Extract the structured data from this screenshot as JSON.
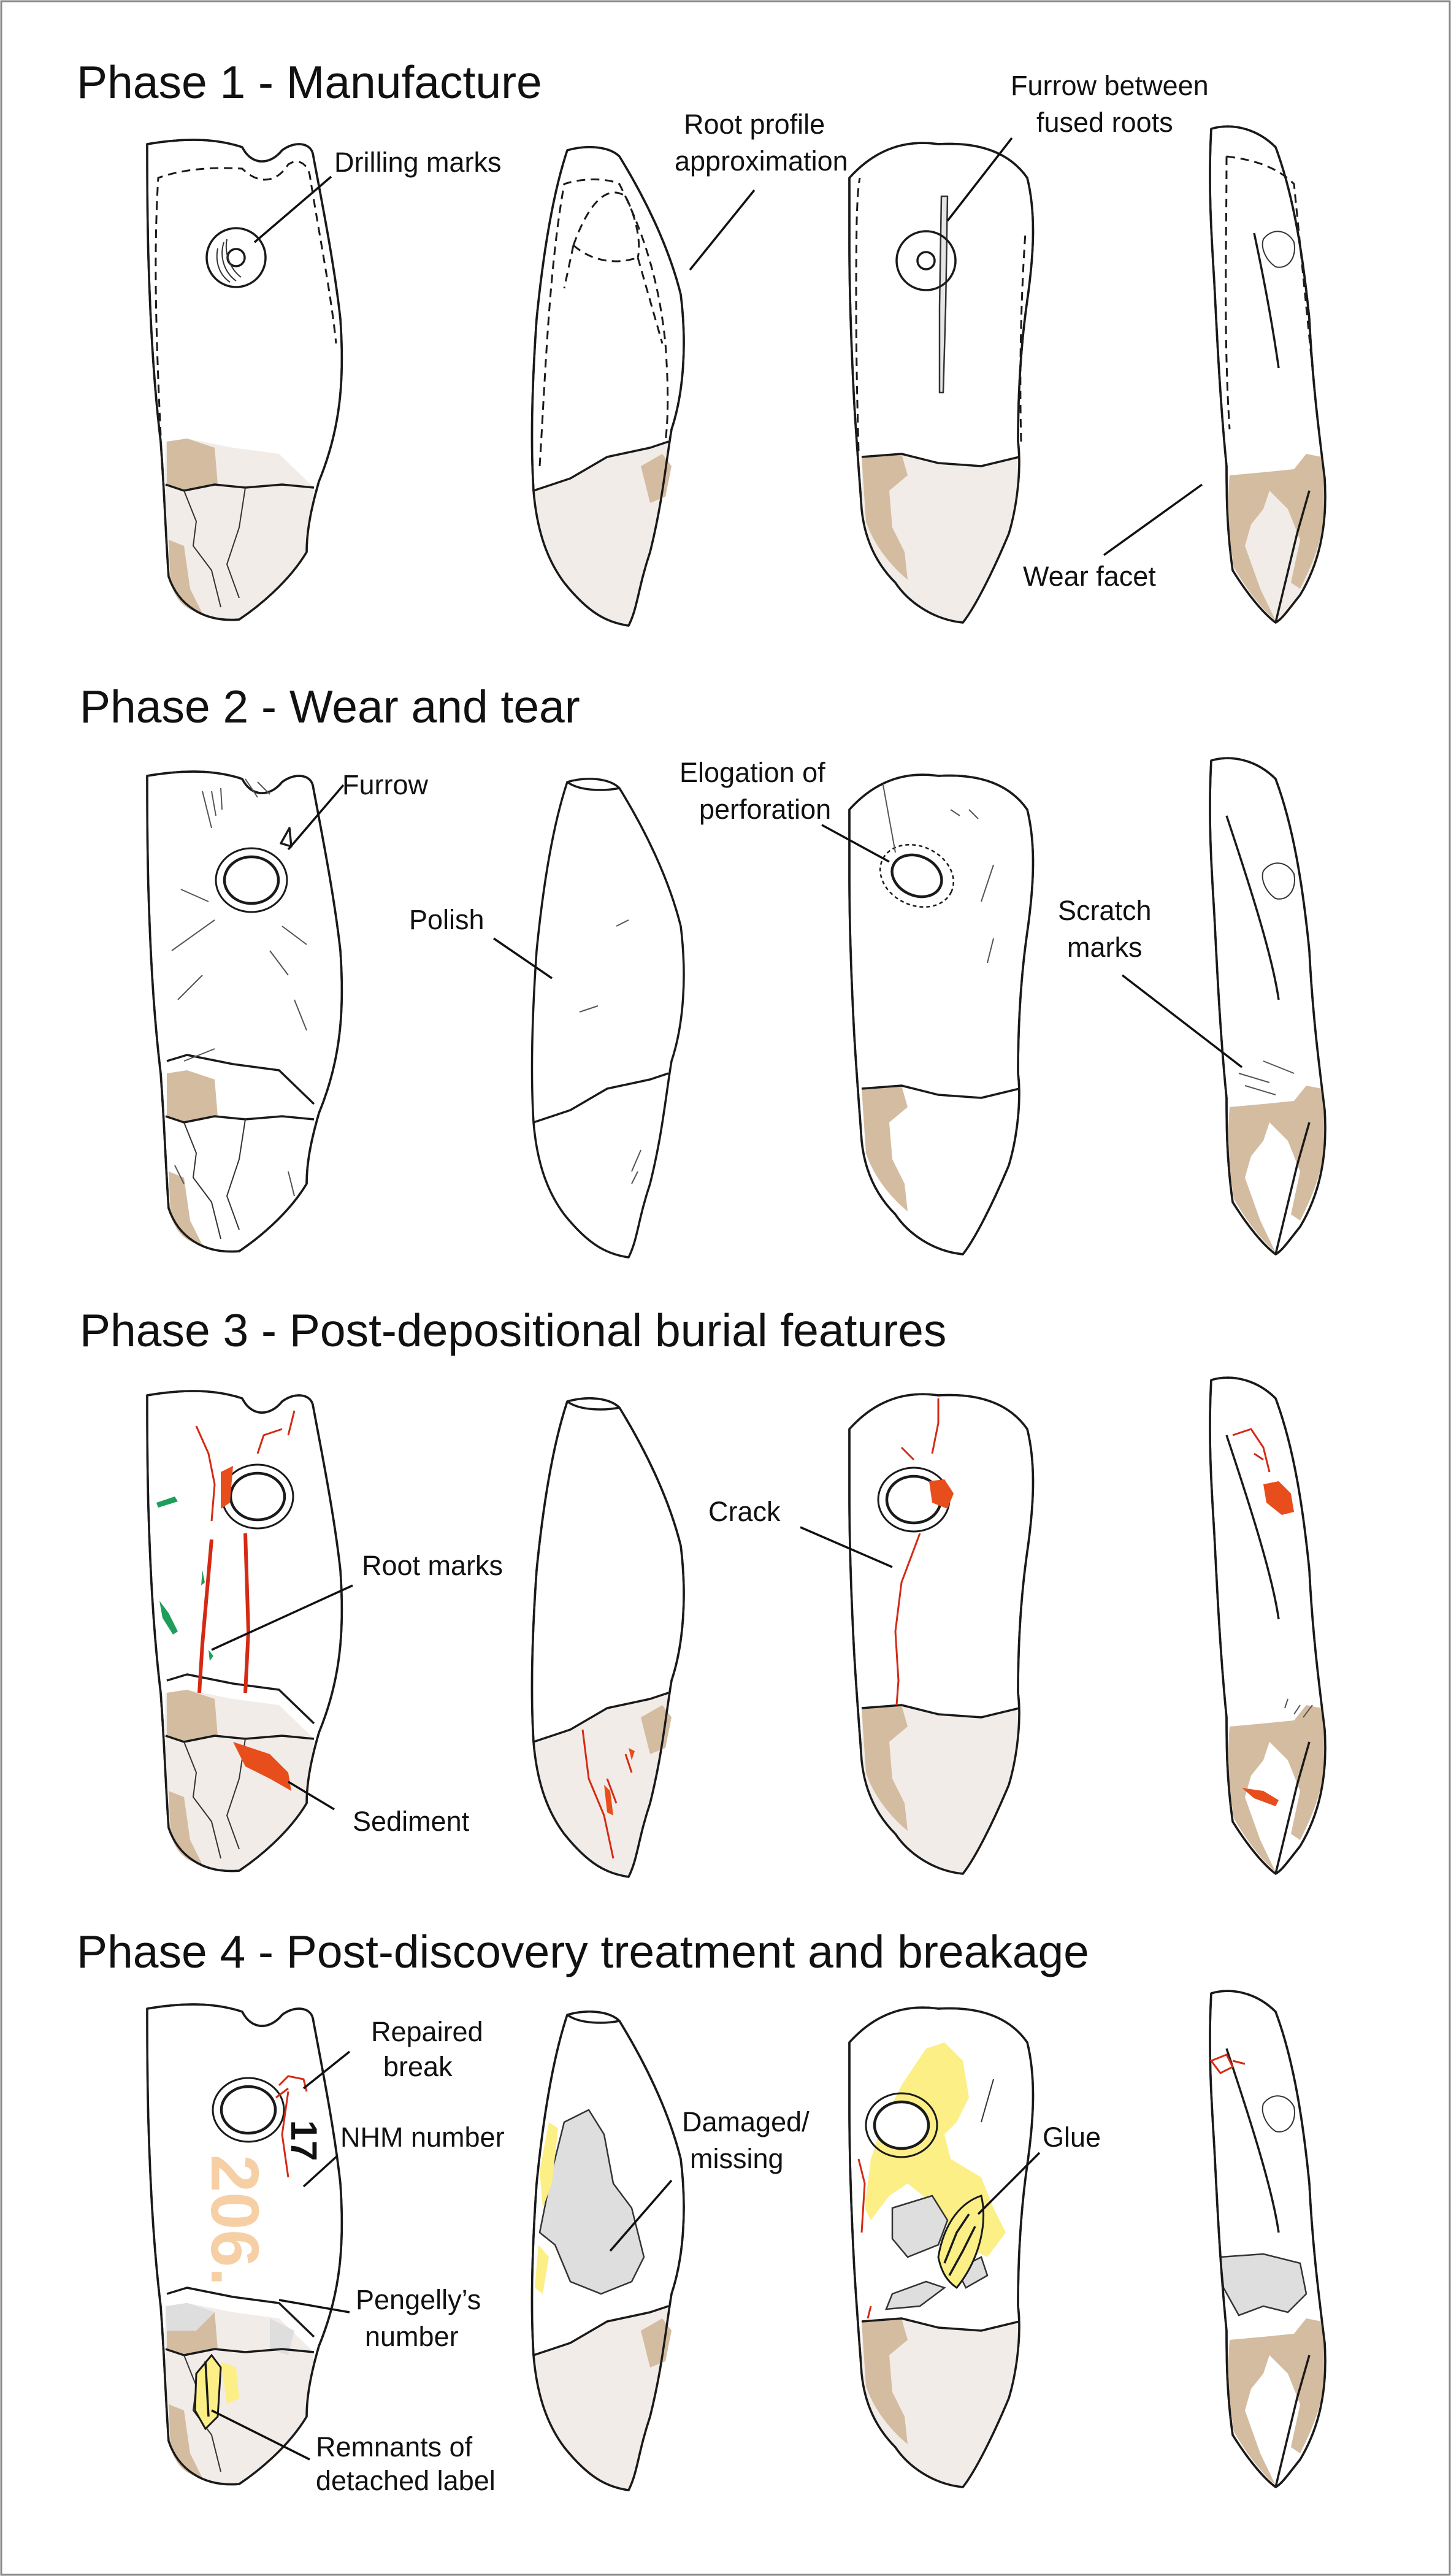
{
  "colors": {
    "outline": "#1a1a1a",
    "enamel": "#f2ece8",
    "stain": "#d4bca1",
    "polish": "#e8f5f9",
    "sediment": "#e84e1b",
    "crack": "#d42a14",
    "root_mark": "#1e9e5a",
    "glue": "#fbef86",
    "damage": "#dedede",
    "number_ink": "#f6cfa4"
  },
  "phases": [
    {
      "title": "Phase 1 - Manufacture",
      "labels": [
        "Drilling marks",
        "Root profile",
        "approximation",
        "Furrow between",
        "fused roots",
        "Wear facet"
      ]
    },
    {
      "title": "Phase 2 - Wear and tear",
      "labels": [
        "Furrow",
        "Polish",
        "Elogation of",
        "perforation",
        "Scratch",
        "marks"
      ]
    },
    {
      "title": "Phase 3 - Post-depositional burial features",
      "labels": [
        "Root marks",
        "Sediment",
        "Crack"
      ]
    },
    {
      "title": "Phase 4 - Post-discovery treatment and breakage",
      "labels": [
        "Repaired",
        "break",
        "NHM number",
        "Pengelly’s",
        "number",
        "Remnants of",
        "detached label",
        "Damaged/",
        "missing",
        "Glue"
      ]
    }
  ],
  "inscriptions": {
    "pengelly_number": "206.",
    "nhm_number": "17"
  }
}
